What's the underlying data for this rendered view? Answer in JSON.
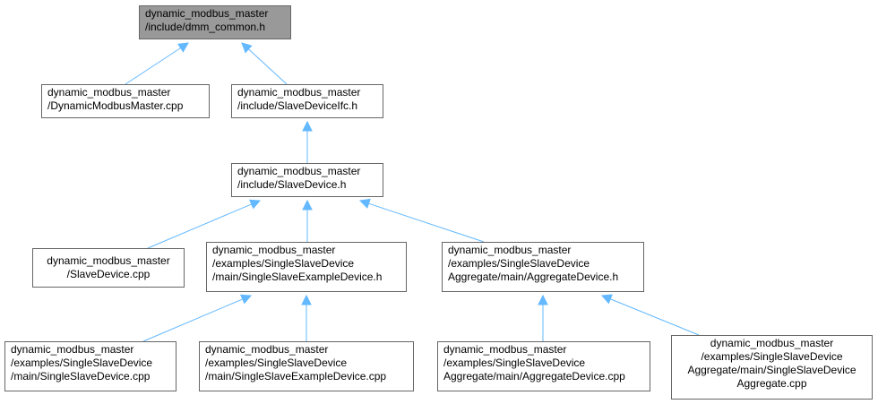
{
  "graph": {
    "edge_color": "#63b8ff",
    "root_fill": "#999999",
    "nodes": {
      "root": [
        "dynamic_modbus_master",
        "/include/dmm_common.h"
      ],
      "master_cpp": [
        "dynamic_modbus_master",
        "/DynamicModbusMaster.cpp"
      ],
      "ifc_h": [
        "dynamic_modbus_master",
        "/include/SlaveDeviceIfc.h"
      ],
      "device_h": [
        "dynamic_modbus_master",
        "/include/SlaveDevice.h"
      ],
      "device_cpp": [
        "dynamic_modbus_master",
        "/SlaveDevice.cpp"
      ],
      "example_h": [
        "dynamic_modbus_master",
        "/examples/SingleSlaveDevice",
        "/main/SingleSlaveExampleDevice.h"
      ],
      "aggregate_h": [
        "dynamic_modbus_master",
        "/examples/SingleSlaveDevice",
        "Aggregate/main/AggregateDevice.h"
      ],
      "single_cpp": [
        "dynamic_modbus_master",
        "/examples/SingleSlaveDevice",
        "/main/SingleSlaveDevice.cpp"
      ],
      "example_cpp": [
        "dynamic_modbus_master",
        "/examples/SingleSlaveDevice",
        "/main/SingleSlaveExampleDevice.cpp"
      ],
      "aggregate_cpp": [
        "dynamic_modbus_master",
        "/examples/SingleSlaveDevice",
        "Aggregate/main/AggregateDevice.cpp"
      ],
      "aggregate_single_cpp": [
        "dynamic_modbus_master",
        "/examples/SingleSlaveDevice",
        "Aggregate/main/SingleSlaveDevice",
        "Aggregate.cpp"
      ]
    },
    "edges": [
      [
        "master_cpp",
        "root"
      ],
      [
        "ifc_h",
        "root"
      ],
      [
        "device_h",
        "ifc_h"
      ],
      [
        "device_cpp",
        "device_h"
      ],
      [
        "example_h",
        "device_h"
      ],
      [
        "aggregate_h",
        "device_h"
      ],
      [
        "single_cpp",
        "example_h"
      ],
      [
        "example_cpp",
        "example_h"
      ],
      [
        "aggregate_cpp",
        "aggregate_h"
      ],
      [
        "aggregate_single_cpp",
        "aggregate_h"
      ]
    ]
  }
}
